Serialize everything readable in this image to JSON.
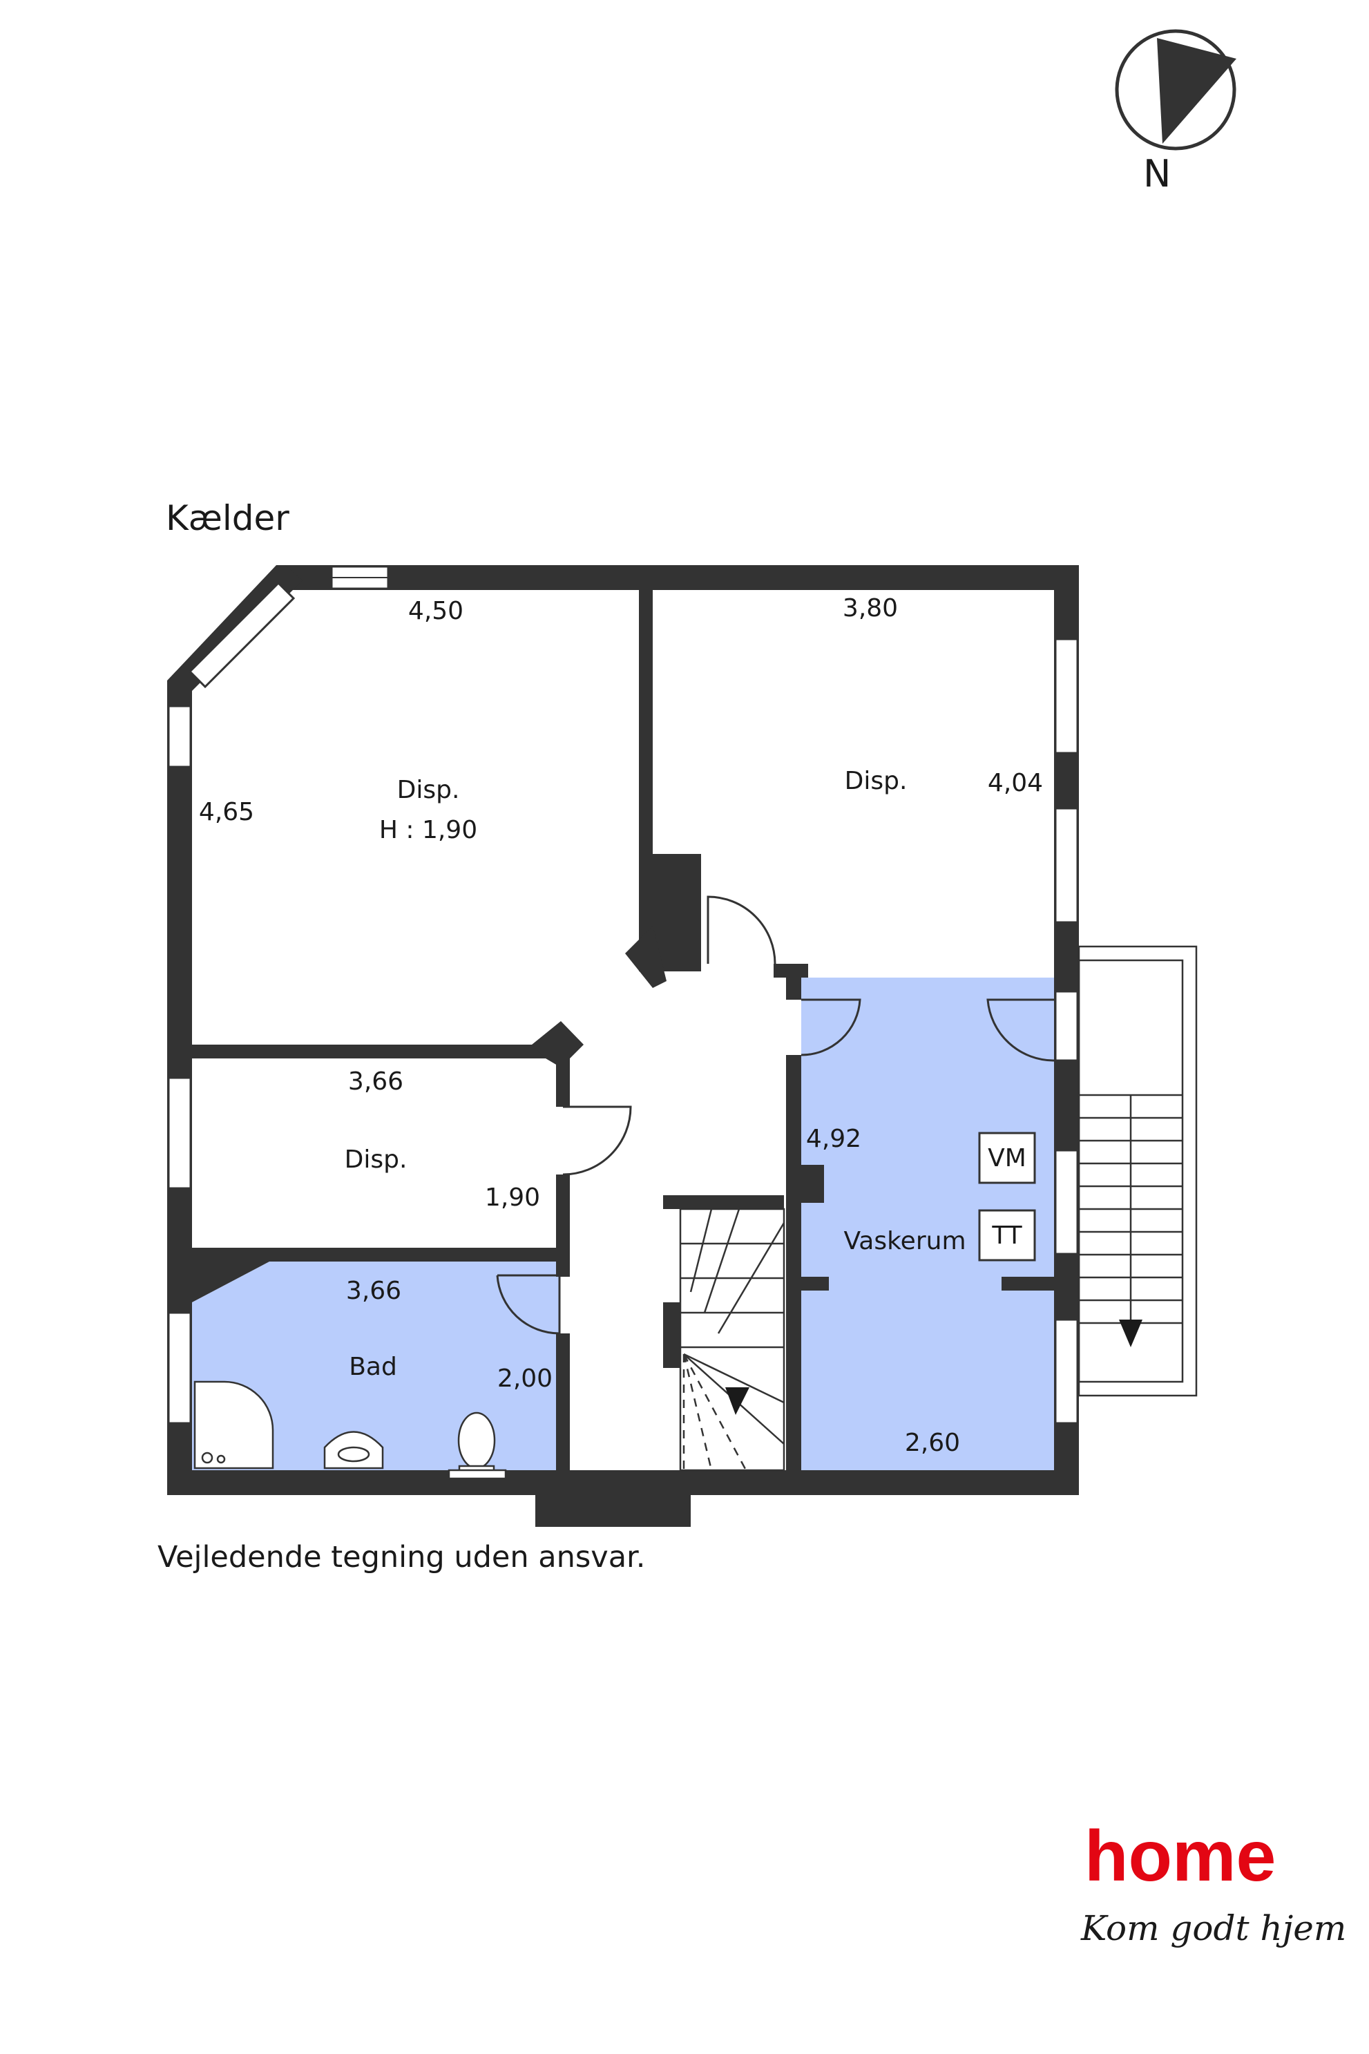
{
  "floor_title": "Kælder",
  "compass": {
    "label": "N"
  },
  "rooms": {
    "disp_large": {
      "name": "Disp.",
      "height_note": "H : 1,90",
      "width": "4,50",
      "depth": "4,65"
    },
    "disp_right": {
      "name": "Disp.",
      "width": "3,80",
      "depth": "4,04"
    },
    "disp_small": {
      "name": "Disp.",
      "width": "3,66",
      "depth": "1,90"
    },
    "bad": {
      "name": "Bad",
      "width": "3,66",
      "depth": "2,00"
    },
    "vaskerum": {
      "name": "Vaskerum",
      "width": "2,60",
      "depth": "4,92"
    }
  },
  "appliances": {
    "washer": "VM",
    "dryer": "TT"
  },
  "disclaimer": "Vejledende tegning uden ansvar.",
  "brand": {
    "name": "home",
    "tagline": "Kom godt hjem"
  },
  "colors": {
    "wall": "#333333",
    "wet_room": "#b9cdfc",
    "brand_red": "#e30613",
    "ink": "#1a1a1a"
  }
}
